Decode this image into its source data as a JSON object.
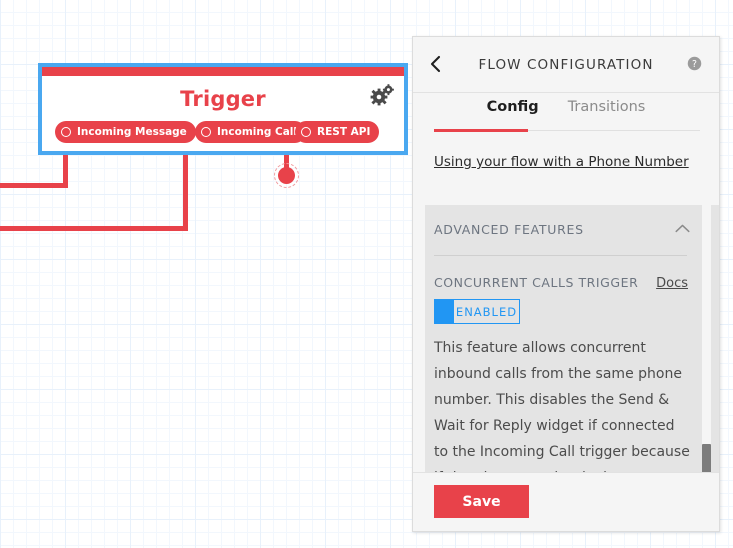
{
  "canvas": {
    "trigger_widget": {
      "title": "Trigger",
      "gear_icon": "gears-icon",
      "outputs": [
        {
          "label": "Incoming Message",
          "connector_icon": "circle-connector-icon"
        },
        {
          "label": "Incoming Call",
          "connector_icon": "circle-connector-icon"
        },
        {
          "label": "REST API",
          "connector_icon": "circle-connector-icon"
        }
      ]
    },
    "connector_endpoint": "rest-api-endpoint-dot",
    "colors": {
      "widget_border": "#4aa8f0",
      "widget_accent": "#e8424a",
      "grid_line": "#e8f1fb"
    }
  },
  "panel": {
    "back_icon": "chevron-left-icon",
    "title": "FLOW CONFIGURATION",
    "help_icon": "help-circle-icon",
    "tabs": [
      {
        "label": "Config",
        "active": true
      },
      {
        "label": "Transitions",
        "active": false
      }
    ],
    "phone_link": "Using your flow with a Phone Number",
    "advanced": {
      "title": "ADVANCED FEATURES",
      "collapse_icon": "chevron-up-icon",
      "feature": {
        "label": "CONCURRENT CALLS TRIGGER",
        "docs_link": "Docs",
        "toggle_state": "ENABLED",
        "description": "This feature allows concurrent inbound calls from the same phone number. This disables the Send & Wait for Reply widget if connected to the Incoming Call trigger because if the phone number is the same or"
      }
    },
    "footer": {
      "save_label": "Save"
    },
    "colors": {
      "accent_red": "#e8424a",
      "toggle_blue": "#2196f3",
      "panel_bg": "#f5f5f5",
      "section_bg": "#e4e4e4"
    }
  }
}
